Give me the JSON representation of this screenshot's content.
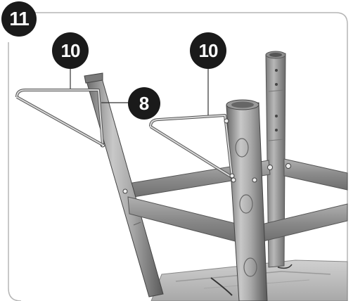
{
  "step": {
    "number": "11"
  },
  "callouts": [
    {
      "label": "10"
    },
    {
      "label": "10"
    },
    {
      "label": "8"
    }
  ],
  "colors": {
    "badge_bg": "#1a1a1a",
    "badge_text": "#ffffff",
    "frame_border": "#b5b5b5",
    "metal_light": "#c9c9c9",
    "metal_mid": "#9a9a9a",
    "metal_dark": "#5e5e5e"
  }
}
